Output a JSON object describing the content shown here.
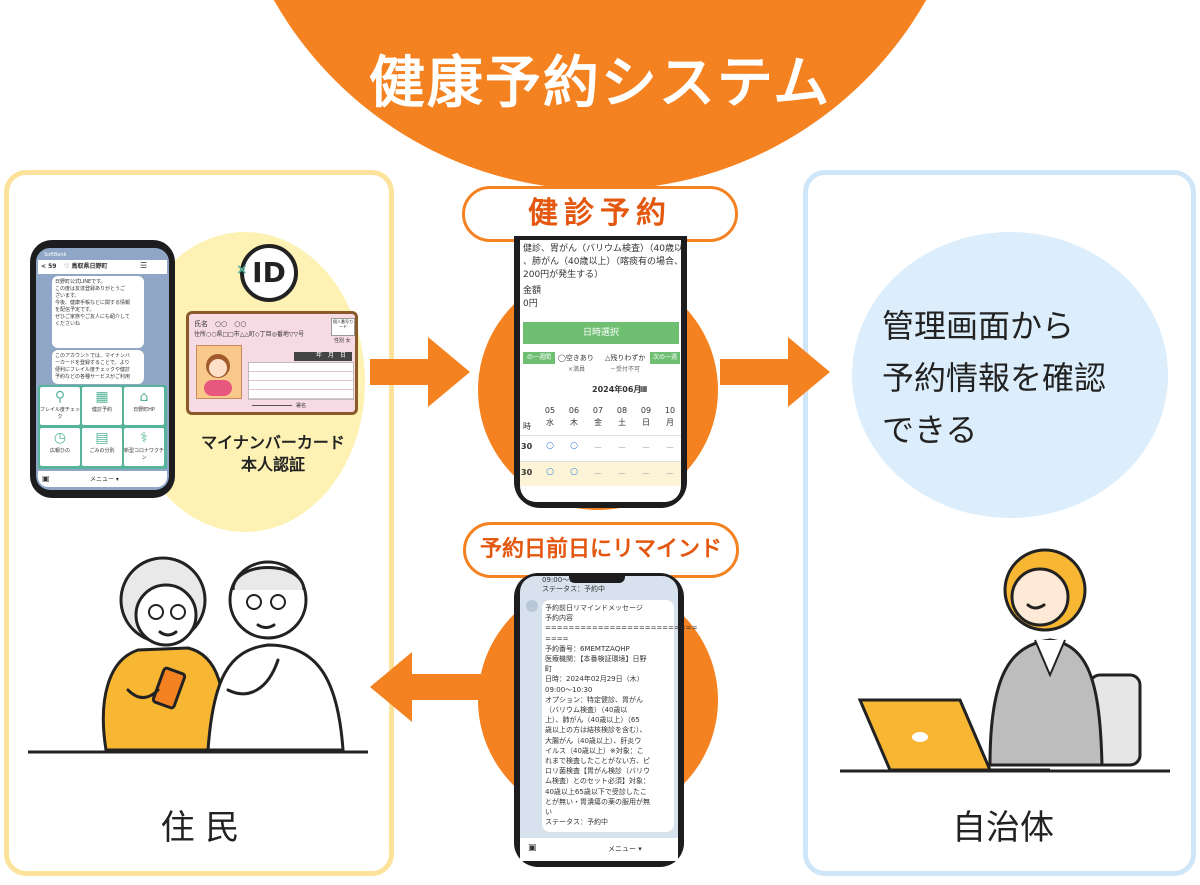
{
  "title": "健康予約システム",
  "pills": {
    "kenshin": "健診予約",
    "remind": "予約日前日にリマインド"
  },
  "resident_label": "住 民",
  "municipality_label": "自治体",
  "mgmt_text": [
    "管理画面から",
    "予約情報を確認",
    "できる"
  ],
  "card": {
    "caption_line1": "マイナンバーカード",
    "caption_line2": "本人認証",
    "name_row": "氏名　○○　○○",
    "address_row": "住所○○県□□市△△町◇丁目◎番地▽▽号",
    "date_row": "年　月　日",
    "sex": "性別 女",
    "sign": "署名",
    "badge": "個人番号カード"
  },
  "id_logo": {
    "mark": "ID",
    "x": "×"
  },
  "line_phone": {
    "status_left": "SoftBank",
    "header_back": "< 59",
    "header_title": "♡ 鳥取県日野町",
    "bubble1": [
      "日野町公式LINEです。",
      "この度は友達登録ありがとうご",
      "ざいます。",
      "",
      "今後、健康手帳などに関する情報",
      "を配信予定です。",
      "",
      "ぜひご家族やご友人にも紹介して",
      "くださいね"
    ],
    "bubble2": [
      "このアカウントでは、マイナンバ",
      "ーカードを登録することで、より",
      "便利にフレイル度チェックや健診",
      "予約などの各種サービスがご利用"
    ],
    "menu": [
      {
        "icon": "person-icon",
        "glyph": "⚲",
        "label": "フレイル度チェック"
      },
      {
        "icon": "calendar-icon",
        "glyph": "▦",
        "label": "健診予約"
      },
      {
        "icon": "home-icon",
        "glyph": "⌂",
        "label": "日野町HP"
      },
      {
        "icon": "clock-icon",
        "glyph": "◷",
        "label": "広報ひの"
      },
      {
        "icon": "trash-calendar-icon",
        "glyph": "▤",
        "label": "ごみの分別"
      },
      {
        "icon": "vaccine-icon",
        "glyph": "⚕",
        "label": "新型コロナワクチン"
      }
    ],
    "menu_bar": "メニュー ▾"
  },
  "booking_phone": {
    "lines": [
      "健診、胃がん（バリウム検査）（40歳以",
      "、肺がん（40歳以上）（喀痰有の場合、",
      "200円が発生する）"
    ],
    "amount_label": "金額",
    "amount_value": "0円",
    "select_button": "日時選択",
    "legend": {
      "prev": "の一週間",
      "avail": "◯空きあり",
      "few": "△残りわずか",
      "next": "次の一週",
      "full": "×満員",
      "closed": "－受付不可"
    },
    "month": "2024年06月",
    "days": [
      {
        "d": "05",
        "w": "水"
      },
      {
        "d": "06",
        "w": "木"
      },
      {
        "d": "07",
        "w": "金"
      },
      {
        "d": "08",
        "w": "土"
      },
      {
        "d": "09",
        "w": "日"
      },
      {
        "d": "10",
        "w": "月"
      }
    ],
    "time_prefix": "時",
    "rows": [
      {
        "t": "30",
        "cells": [
          "○",
          "○",
          "－",
          "－",
          "－",
          "－"
        ]
      },
      {
        "t": "30",
        "cells": [
          "○",
          "○",
          "－",
          "－",
          "－",
          "－"
        ]
      }
    ]
  },
  "remind_phone": {
    "top_lines": [
      "09:00〜10:30",
      "ステータス：予約中"
    ],
    "lines": [
      "予約前日リマインドメッセージ",
      "予約内容",
      "==========================",
      "====",
      "予約番号：6MEMTZAQHP",
      "医療機関：【本番検証環境】日野",
      "町",
      "日時：2024年02月29日（木）",
      "09:00〜10:30",
      "オプション：特定健診、胃がん",
      "（バリウム検査）（40歳以",
      "上）、肺がん（40歳以上）（65",
      "歳以上の方は結核検診を含む）、",
      "大腸がん（40歳以上）、肝炎ウ",
      "イルス（40歳以上）※対象：こ",
      "れまで検査したことがない方、ピ",
      "ロリ菌検査【胃がん検診（バリウ",
      "ム検査）とのセット必須】対象：",
      "40歳以上65歳以下で受診したこ",
      "とが無い・胃潰瘍の薬の服用が無",
      "い",
      "ステータス：予約中"
    ],
    "menu_bar": "メニュー ▾"
  },
  "colors": {
    "orange": "#f58220",
    "yellow_border": "#fce29a",
    "blue_border": "#cfe6f8",
    "green": "#57b49a"
  }
}
